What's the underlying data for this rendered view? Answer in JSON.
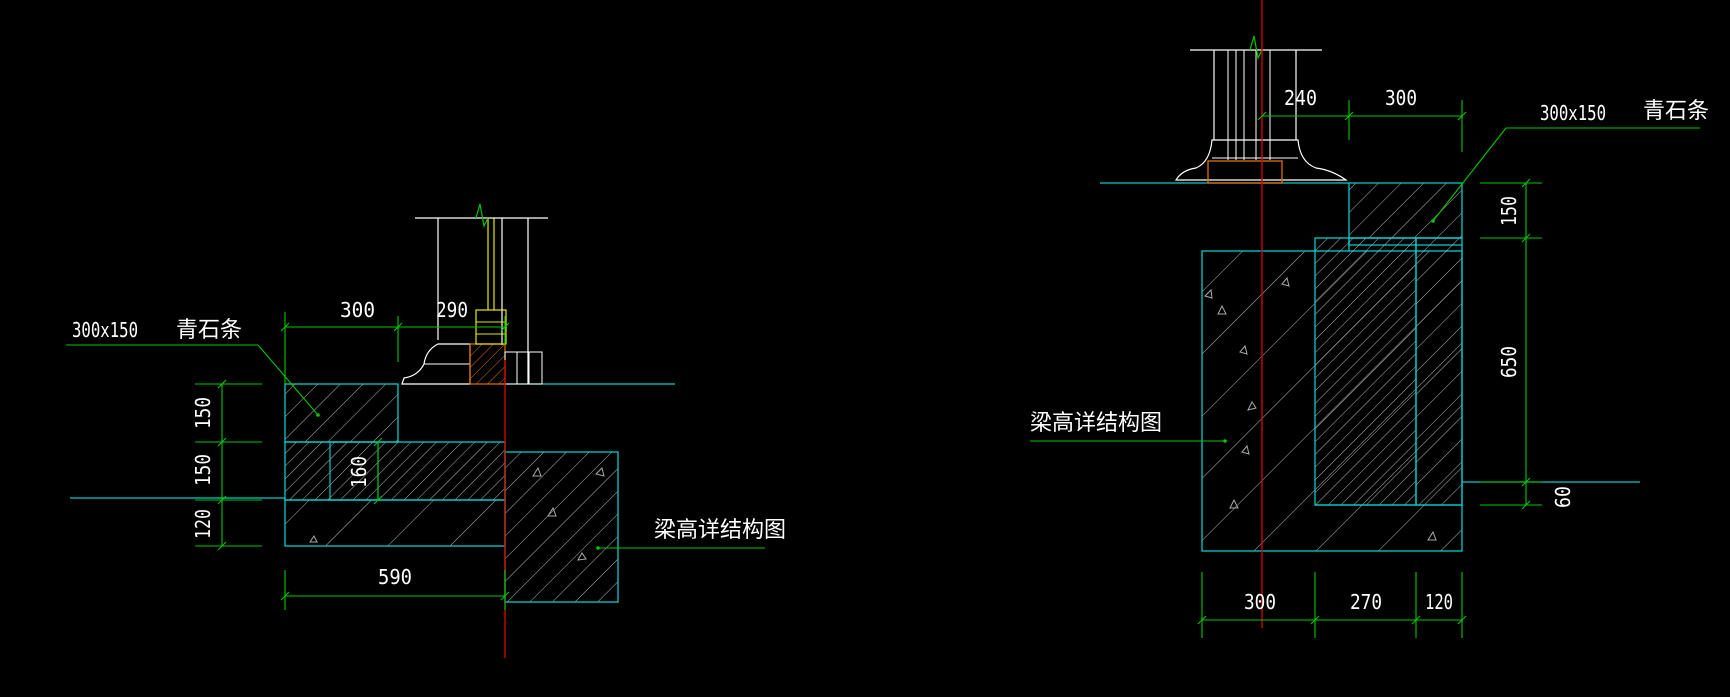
{
  "colors": {
    "background": "#000000",
    "cyan": "#00cccc",
    "green": "#00c800",
    "white": "#ffffff",
    "red": "#e00000",
    "yellow": "#e8e800",
    "orange": "#e07000"
  },
  "left": {
    "dims": {
      "d300": "300",
      "d290": "290",
      "d150a": "150",
      "d150b": "150",
      "d120": "120",
      "d160": "160",
      "d590": "590"
    },
    "labels": {
      "size": "300x150",
      "stone": "青石条",
      "beam": "梁高详结构图"
    }
  },
  "right": {
    "dims": {
      "d240": "240",
      "d300top": "300",
      "d150": "150",
      "d650": "650",
      "d60": "60",
      "d300": "300",
      "d270": "270",
      "d120": "120"
    },
    "labels": {
      "size": "300x150",
      "stone": "青石条",
      "beam": "梁高详结构图"
    }
  }
}
